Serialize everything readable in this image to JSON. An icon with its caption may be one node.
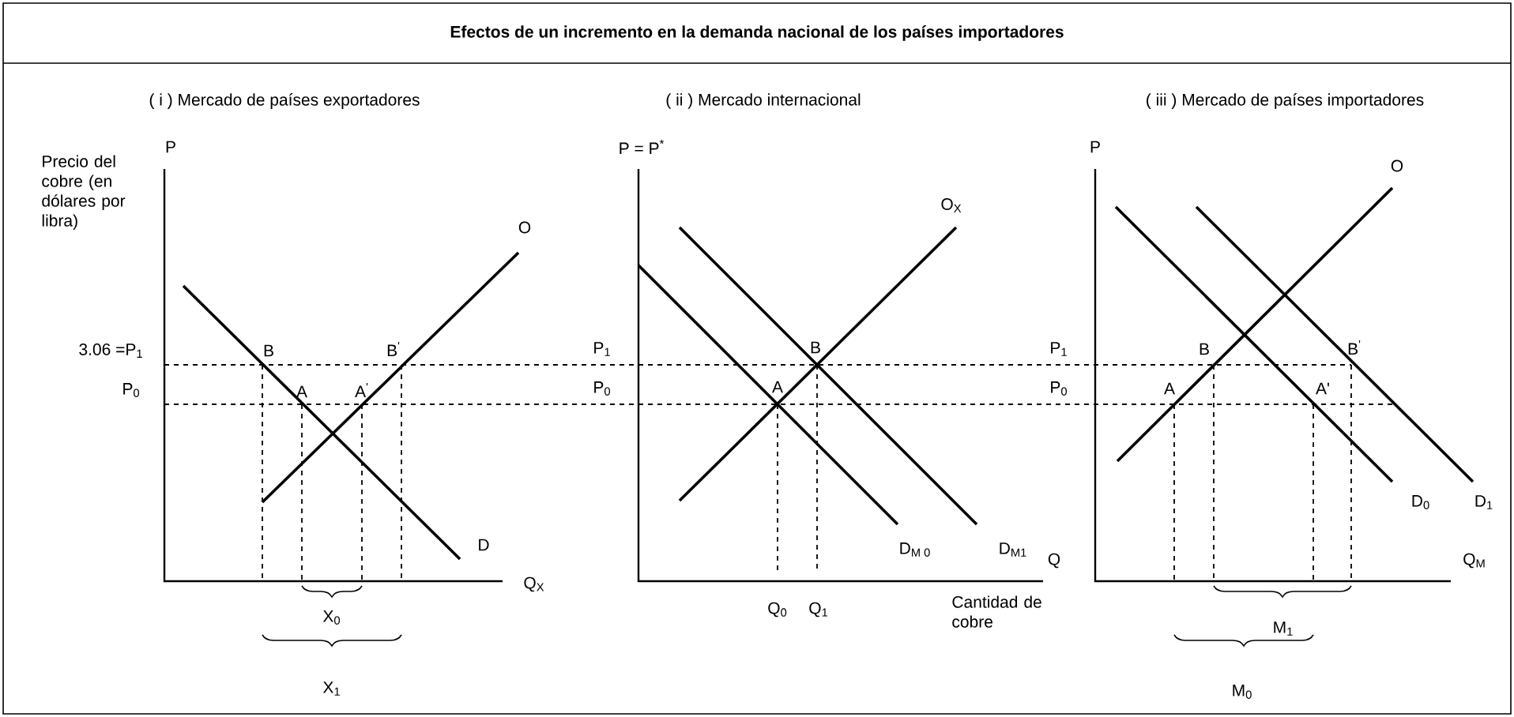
{
  "diagram": {
    "title": "Efectos de un incremento en la demanda nacional de los países importadores",
    "labels": [
      "( i ) Mercado de países exportadores",
      "P",
      "Precio del cobre (en dólares por libra)",
      "O",
      "3.06 =P$_{1}$",
      "B",
      "B$^{'}$",
      "P$_{0}$",
      "A",
      "A$^{'}$",
      "D",
      "Q$_{X}$",
      "X$_{0}$",
      "X$_{1}$",
      "( ii ) Mercado internacional",
      "P = P$^{*}$",
      "O$_{X}$",
      "P$_{1}$",
      "B",
      "P$_{0}$",
      "A",
      "D$_{M 0}$",
      "D$_{M1}$",
      "Q",
      "Q$_{0}$",
      "Q$_{1}$",
      "Cantidad de cobre",
      "( iii ) Mercado de países importadores",
      "P",
      "O",
      "P$_{1}$",
      "B",
      "B$^{'}$",
      "P$_{0}$",
      "A",
      "A'",
      "D$_{0}$",
      "D$_{1}$",
      "Q$_{M}$",
      "M$_{1}$",
      "M$_{0}$"
    ]
  }
}
